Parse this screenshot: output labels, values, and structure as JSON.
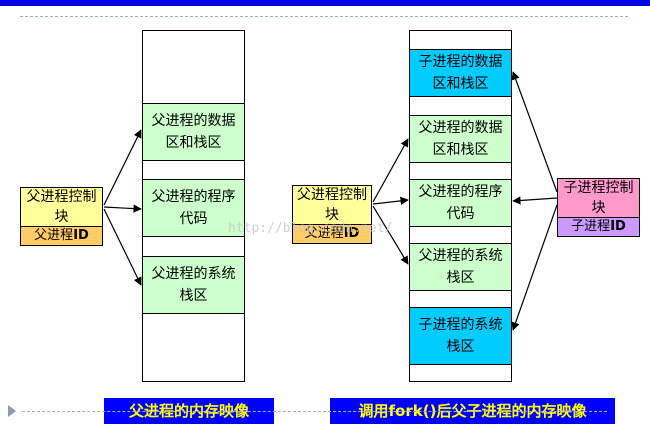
{
  "left_diagram": {
    "segments": [
      "父进程的数据区和栈区",
      "父进程的程序代码",
      "父进程的系统栈区"
    ],
    "pcb_label": "父进程控制块",
    "pcb_id_prefix": "父进程",
    "pcb_id_suffix": "ID",
    "caption": "父进程的内存映像"
  },
  "right_diagram": {
    "segments": [
      "子进程的数据区和栈区",
      "父进程的数据区和栈区",
      "父进程的程序代码",
      "父进程的系统栈区",
      "子进程的系统栈区"
    ],
    "parent_pcb_label": "父进程控制块",
    "parent_pcb_id_prefix": "父进程",
    "parent_pcb_id_suffix": "ID",
    "child_pcb_label": "子进程控制块",
    "child_pcb_id_prefix": "子进程",
    "child_pcb_id_suffix": "ID",
    "caption": "调用fork()后父子进程的内存映像"
  },
  "colors": {
    "top_bar": "#0000e6",
    "parent_segment": "#ccffcc",
    "child_segment": "#00ccff",
    "parent_pcb": "#ffff99",
    "parent_pcb_id": "#ffcc66",
    "child_pcb": "#ff99cc",
    "child_pcb_id": "#cc99ff",
    "caption_bg": "#0000ff",
    "caption_text": "#ffff00"
  },
  "watermark": "http://blog.csdn.net/"
}
